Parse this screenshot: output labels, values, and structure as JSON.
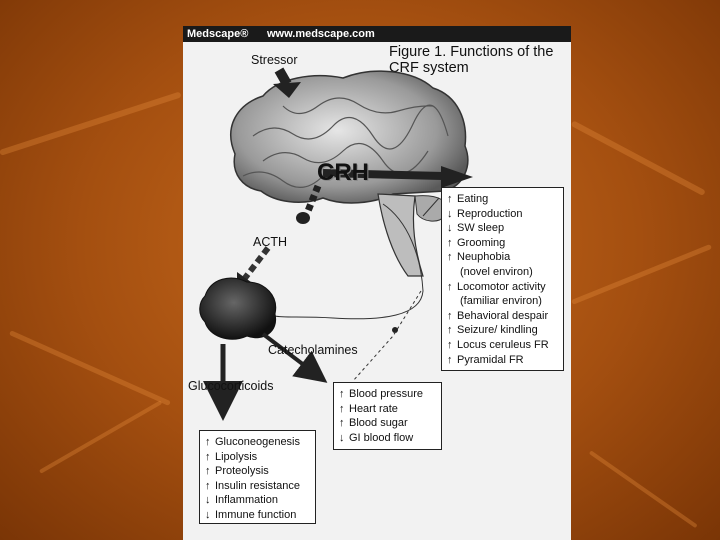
{
  "banner": {
    "brand": "Medscape®",
    "url": "www.medscape.com"
  },
  "figure": {
    "title": "Figure 1. Functions of the CRF system",
    "labels": {
      "stressor": "Stressor",
      "crh": "CRH",
      "acth": "ACTH",
      "catecholamines": "Catecholamines",
      "glucocorticoids": "Glucocorticoids"
    },
    "cns_effects": [
      {
        "arrow": "↑",
        "text": "Eating"
      },
      {
        "arrow": "↓",
        "text": "Reproduction"
      },
      {
        "arrow": "↓",
        "text": "SW sleep"
      },
      {
        "arrow": "↑",
        "text": "Grooming"
      },
      {
        "arrow": "↑",
        "text": "Neuphobia"
      },
      {
        "arrow": "",
        "text": "(novel environ)"
      },
      {
        "arrow": "↑",
        "text": "Locomotor activity"
      },
      {
        "arrow": "",
        "text": "(familiar environ)"
      },
      {
        "arrow": "↑",
        "text": "Behavioral despair"
      },
      {
        "arrow": "↑",
        "text": "Seizure/ kindling"
      },
      {
        "arrow": "↑",
        "text": "Locus ceruleus FR"
      },
      {
        "arrow": "↑",
        "text": "Pyramidal FR"
      }
    ],
    "cardio_effects": [
      {
        "arrow": "↑",
        "text": "Blood pressure"
      },
      {
        "arrow": "↑",
        "text": "Heart rate"
      },
      {
        "arrow": "↑",
        "text": "Blood sugar"
      },
      {
        "arrow": "↓",
        "text": "GI blood flow"
      }
    ],
    "metabolic_effects": [
      {
        "arrow": "↑",
        "text": "Gluconeogenesis"
      },
      {
        "arrow": "↑",
        "text": "Lipolysis"
      },
      {
        "arrow": "↑",
        "text": "Proteolysis"
      },
      {
        "arrow": "↑",
        "text": "Insulin resistance"
      },
      {
        "arrow": "↓",
        "text": "Inflammation"
      },
      {
        "arrow": "↓",
        "text": "Immune function"
      }
    ]
  }
}
